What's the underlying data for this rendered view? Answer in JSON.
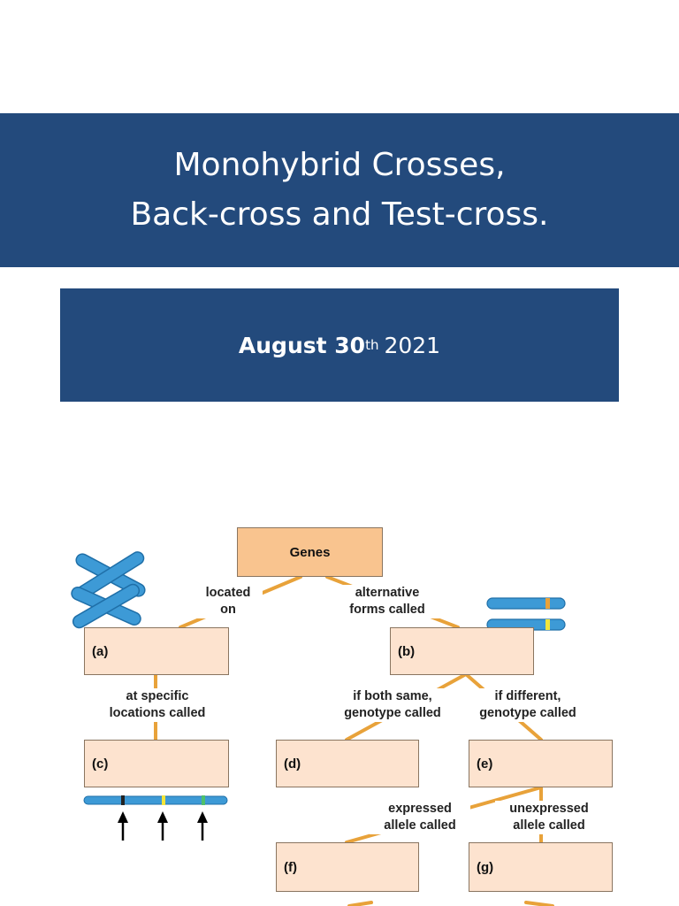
{
  "slide": {
    "title_line1": "Monohybrid Crosses,",
    "title_line2": "Back-cross and Test-cross.",
    "date_bold": "August 30",
    "date_sup": "th",
    "date_year": "2021"
  },
  "diagram": {
    "nodes": {
      "genes": "Genes",
      "a": "(a)",
      "b": "(b)",
      "c": "(c)",
      "d": "(d)",
      "e": "(e)",
      "f": "(f)",
      "g": "(g)"
    },
    "edges": {
      "located_on_1": "located",
      "located_on_2": "on",
      "alt_forms_1": "alternative",
      "alt_forms_2": "forms called",
      "specific_loc_1": "at specific",
      "specific_loc_2": "locations called",
      "both_same_1": "if both same,",
      "both_same_2": "genotype called",
      "different_1": "if different,",
      "different_2": "genotype called",
      "expressed_1": "expressed",
      "expressed_2": "allele called",
      "unexpressed_1": "unexpressed",
      "unexpressed_2": "allele called"
    },
    "colors": {
      "banner": "#234a7c",
      "connector": "#e8a23a",
      "box_fill": "#fde3cf",
      "genes_fill": "#f9c48f",
      "chromosome": "#3d9ad6"
    }
  }
}
